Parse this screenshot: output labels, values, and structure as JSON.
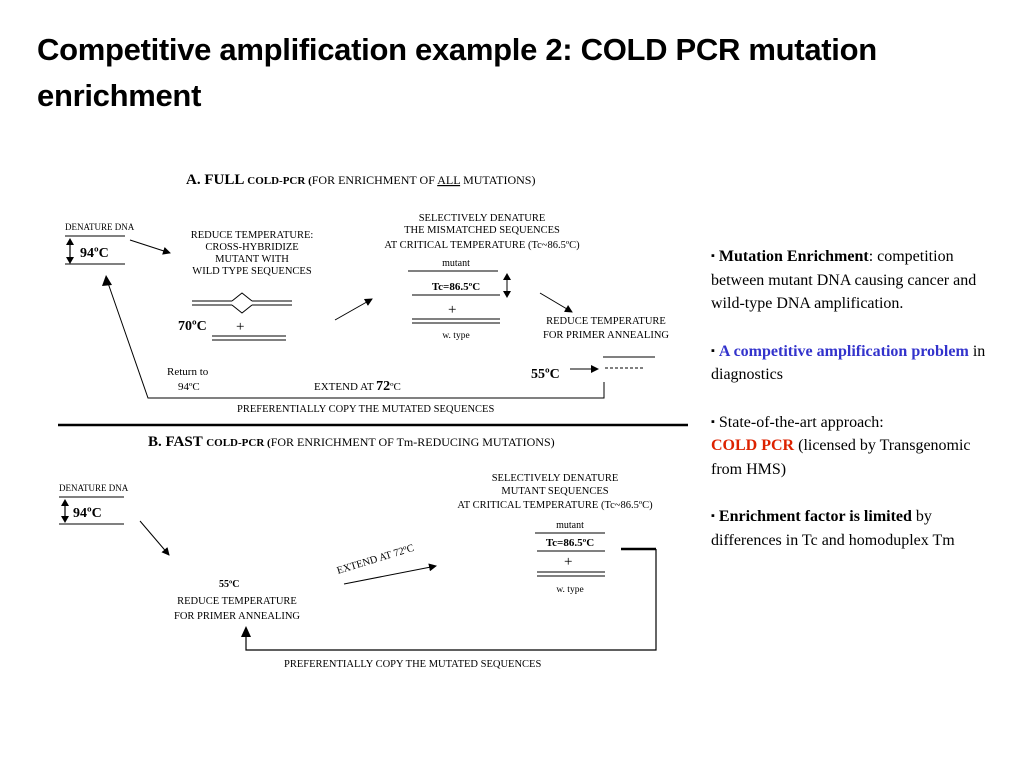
{
  "slide": {
    "title": "Competitive amplification example 2: COLD PCR mutation enrichment"
  },
  "panel_a": {
    "heading_letter": "A. FULL ",
    "heading_cold": "COLD-PCR (",
    "heading_rest1": "FOR ENRICHMENT OF ",
    "heading_all": "ALL",
    "heading_rest2": " MUTATIONS)",
    "denature": "DENATURE DNA",
    "temp94": "94ºC",
    "reduce_lines": [
      "REDUCE TEMPERATURE:",
      "CROSS-HYBRIDIZE",
      "MUTANT WITH",
      "WILD TYPE SEQUENCES"
    ],
    "temp70": "70ºC",
    "plus": "+",
    "selective_lines": [
      "SELECTIVELY DENATURE",
      "THE MISMATCHED SEQUENCES",
      "AT CRITICAL TEMPERATURE (Tc~86.5ºC)"
    ],
    "mutant": "mutant",
    "tc": "Tc=86.5ºC",
    "wtype": "w. type",
    "primer_lines": [
      "REDUCE TEMPERATURE",
      "FOR PRIMER ANNEALING"
    ],
    "temp55": "55ºC",
    "return_lines": [
      "Return to",
      "94ºC"
    ],
    "extend_prefix": "EXTEND AT ",
    "extend_temp": "72",
    "extend_suffix": "ºC",
    "copy": "PREFERENTIALLY COPY THE MUTATED SEQUENCES"
  },
  "panel_b": {
    "heading_letter": "B. FAST ",
    "heading_cold": "COLD-PCR (",
    "heading_rest": "FOR ENRICHMENT OF Tm-REDUCING MUTATIONS)",
    "denature": "DENATURE DNA",
    "temp94": "94ºC",
    "temp55": "55ºC",
    "primer_lines": [
      "REDUCE TEMPERATURE",
      "FOR PRIMER ANNEALING"
    ],
    "extend": "EXTEND AT 72ºC",
    "selective_lines": [
      "SELECTIVELY DENATURE",
      "MUTANT SEQUENCES",
      "AT CRITICAL TEMPERATURE (Tc~86.5ºC)"
    ],
    "mutant": "mutant",
    "tc": "Tc=86.5ºC",
    "plus": "+",
    "wtype": "w. type",
    "copy": "PREFERENTIALLY COPY  THE MUTATED SEQUENCES"
  },
  "bullets": {
    "marker": "▪",
    "b1_bold": "Mutation Enrichment",
    "b1_rest": ": competition between mutant DNA causing cancer and wild-type DNA amplification.",
    "b2_blue": "A competitive amplification problem",
    "b2_rest": " in diagnostics",
    "b3_text": "State-of-the-art approach:",
    "b3_red": "COLD PCR",
    "b3_rest": " (licensed by Transgenomic from HMS)",
    "b4_bold": "Enrichment factor is limited",
    "b4_rest": " by differences in Tc and homoduplex Tm"
  },
  "colors": {
    "text": "#000000",
    "accent_blue": "#3333cc",
    "accent_red": "#dd2200",
    "background": "#ffffff"
  }
}
